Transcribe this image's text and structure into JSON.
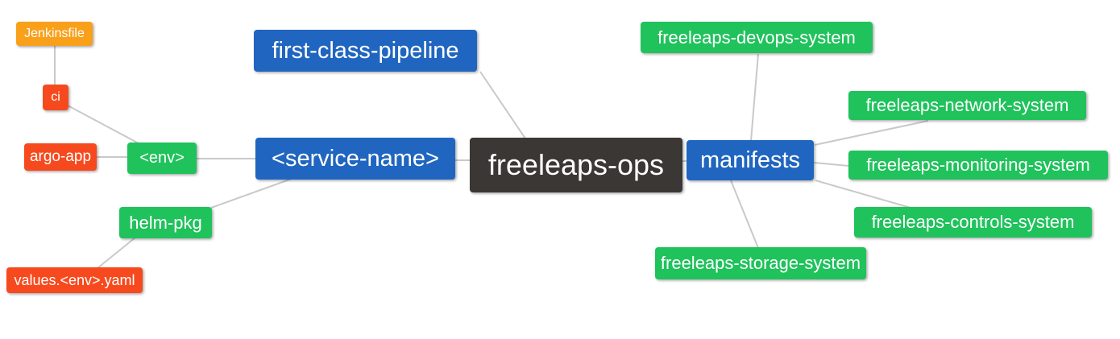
{
  "app": {
    "type": "mind-map-diagram",
    "background": "#ffffff"
  },
  "palette": {
    "orange": "#F9A01B",
    "red": "#F64A1E",
    "green": "#20C25C",
    "blue": "#2066C0",
    "dark": "#3B3734",
    "connector": "#C9C9C9",
    "node_text": "#FFFFFF"
  },
  "diagram": {
    "root": "freeleaps-ops",
    "nodes": [
      {
        "id": "jenkinsfile",
        "label": "Jenkinsfile",
        "color": "orange"
      },
      {
        "id": "ci",
        "label": "ci",
        "color": "red"
      },
      {
        "id": "argo-app",
        "label": "argo-app",
        "color": "red"
      },
      {
        "id": "env",
        "label": "<env>",
        "color": "green"
      },
      {
        "id": "service-name",
        "label": "<service-name>",
        "color": "blue"
      },
      {
        "id": "first-class-pipeline",
        "label": "first-class-pipeline",
        "color": "blue"
      },
      {
        "id": "freeleaps-ops",
        "label": "freeleaps-ops",
        "color": "dark"
      },
      {
        "id": "manifests",
        "label": "manifests",
        "color": "blue"
      },
      {
        "id": "freeleaps-devops-system",
        "label": "freeleaps-devops-system",
        "color": "green"
      },
      {
        "id": "freeleaps-network-system",
        "label": "freeleaps-network-system",
        "color": "green"
      },
      {
        "id": "freeleaps-monitoring-system",
        "label": "freeleaps-monitoring-system",
        "color": "green"
      },
      {
        "id": "freeleaps-controls-system",
        "label": "freeleaps-controls-system",
        "color": "green"
      },
      {
        "id": "freeleaps-storage-system",
        "label": "freeleaps-storage-system",
        "color": "green"
      },
      {
        "id": "helm-pkg",
        "label": "helm-pkg",
        "color": "green"
      },
      {
        "id": "values-env-yaml",
        "label": "values.<env>.yaml",
        "color": "red"
      }
    ],
    "edges": [
      {
        "from": "jenkinsfile",
        "to": "ci"
      },
      {
        "from": "ci",
        "to": "env"
      },
      {
        "from": "argo-app",
        "to": "env"
      },
      {
        "from": "env",
        "to": "service-name"
      },
      {
        "from": "helm-pkg",
        "to": "service-name"
      },
      {
        "from": "helm-pkg",
        "to": "values-env-yaml"
      },
      {
        "from": "first-class-pipeline",
        "to": "freeleaps-ops"
      },
      {
        "from": "service-name",
        "to": "freeleaps-ops"
      },
      {
        "from": "freeleaps-ops",
        "to": "manifests"
      },
      {
        "from": "manifests",
        "to": "freeleaps-devops-system"
      },
      {
        "from": "manifests",
        "to": "freeleaps-network-system"
      },
      {
        "from": "manifests",
        "to": "freeleaps-monitoring-system"
      },
      {
        "from": "manifests",
        "to": "freeleaps-controls-system"
      },
      {
        "from": "manifests",
        "to": "freeleaps-storage-system"
      }
    ]
  }
}
